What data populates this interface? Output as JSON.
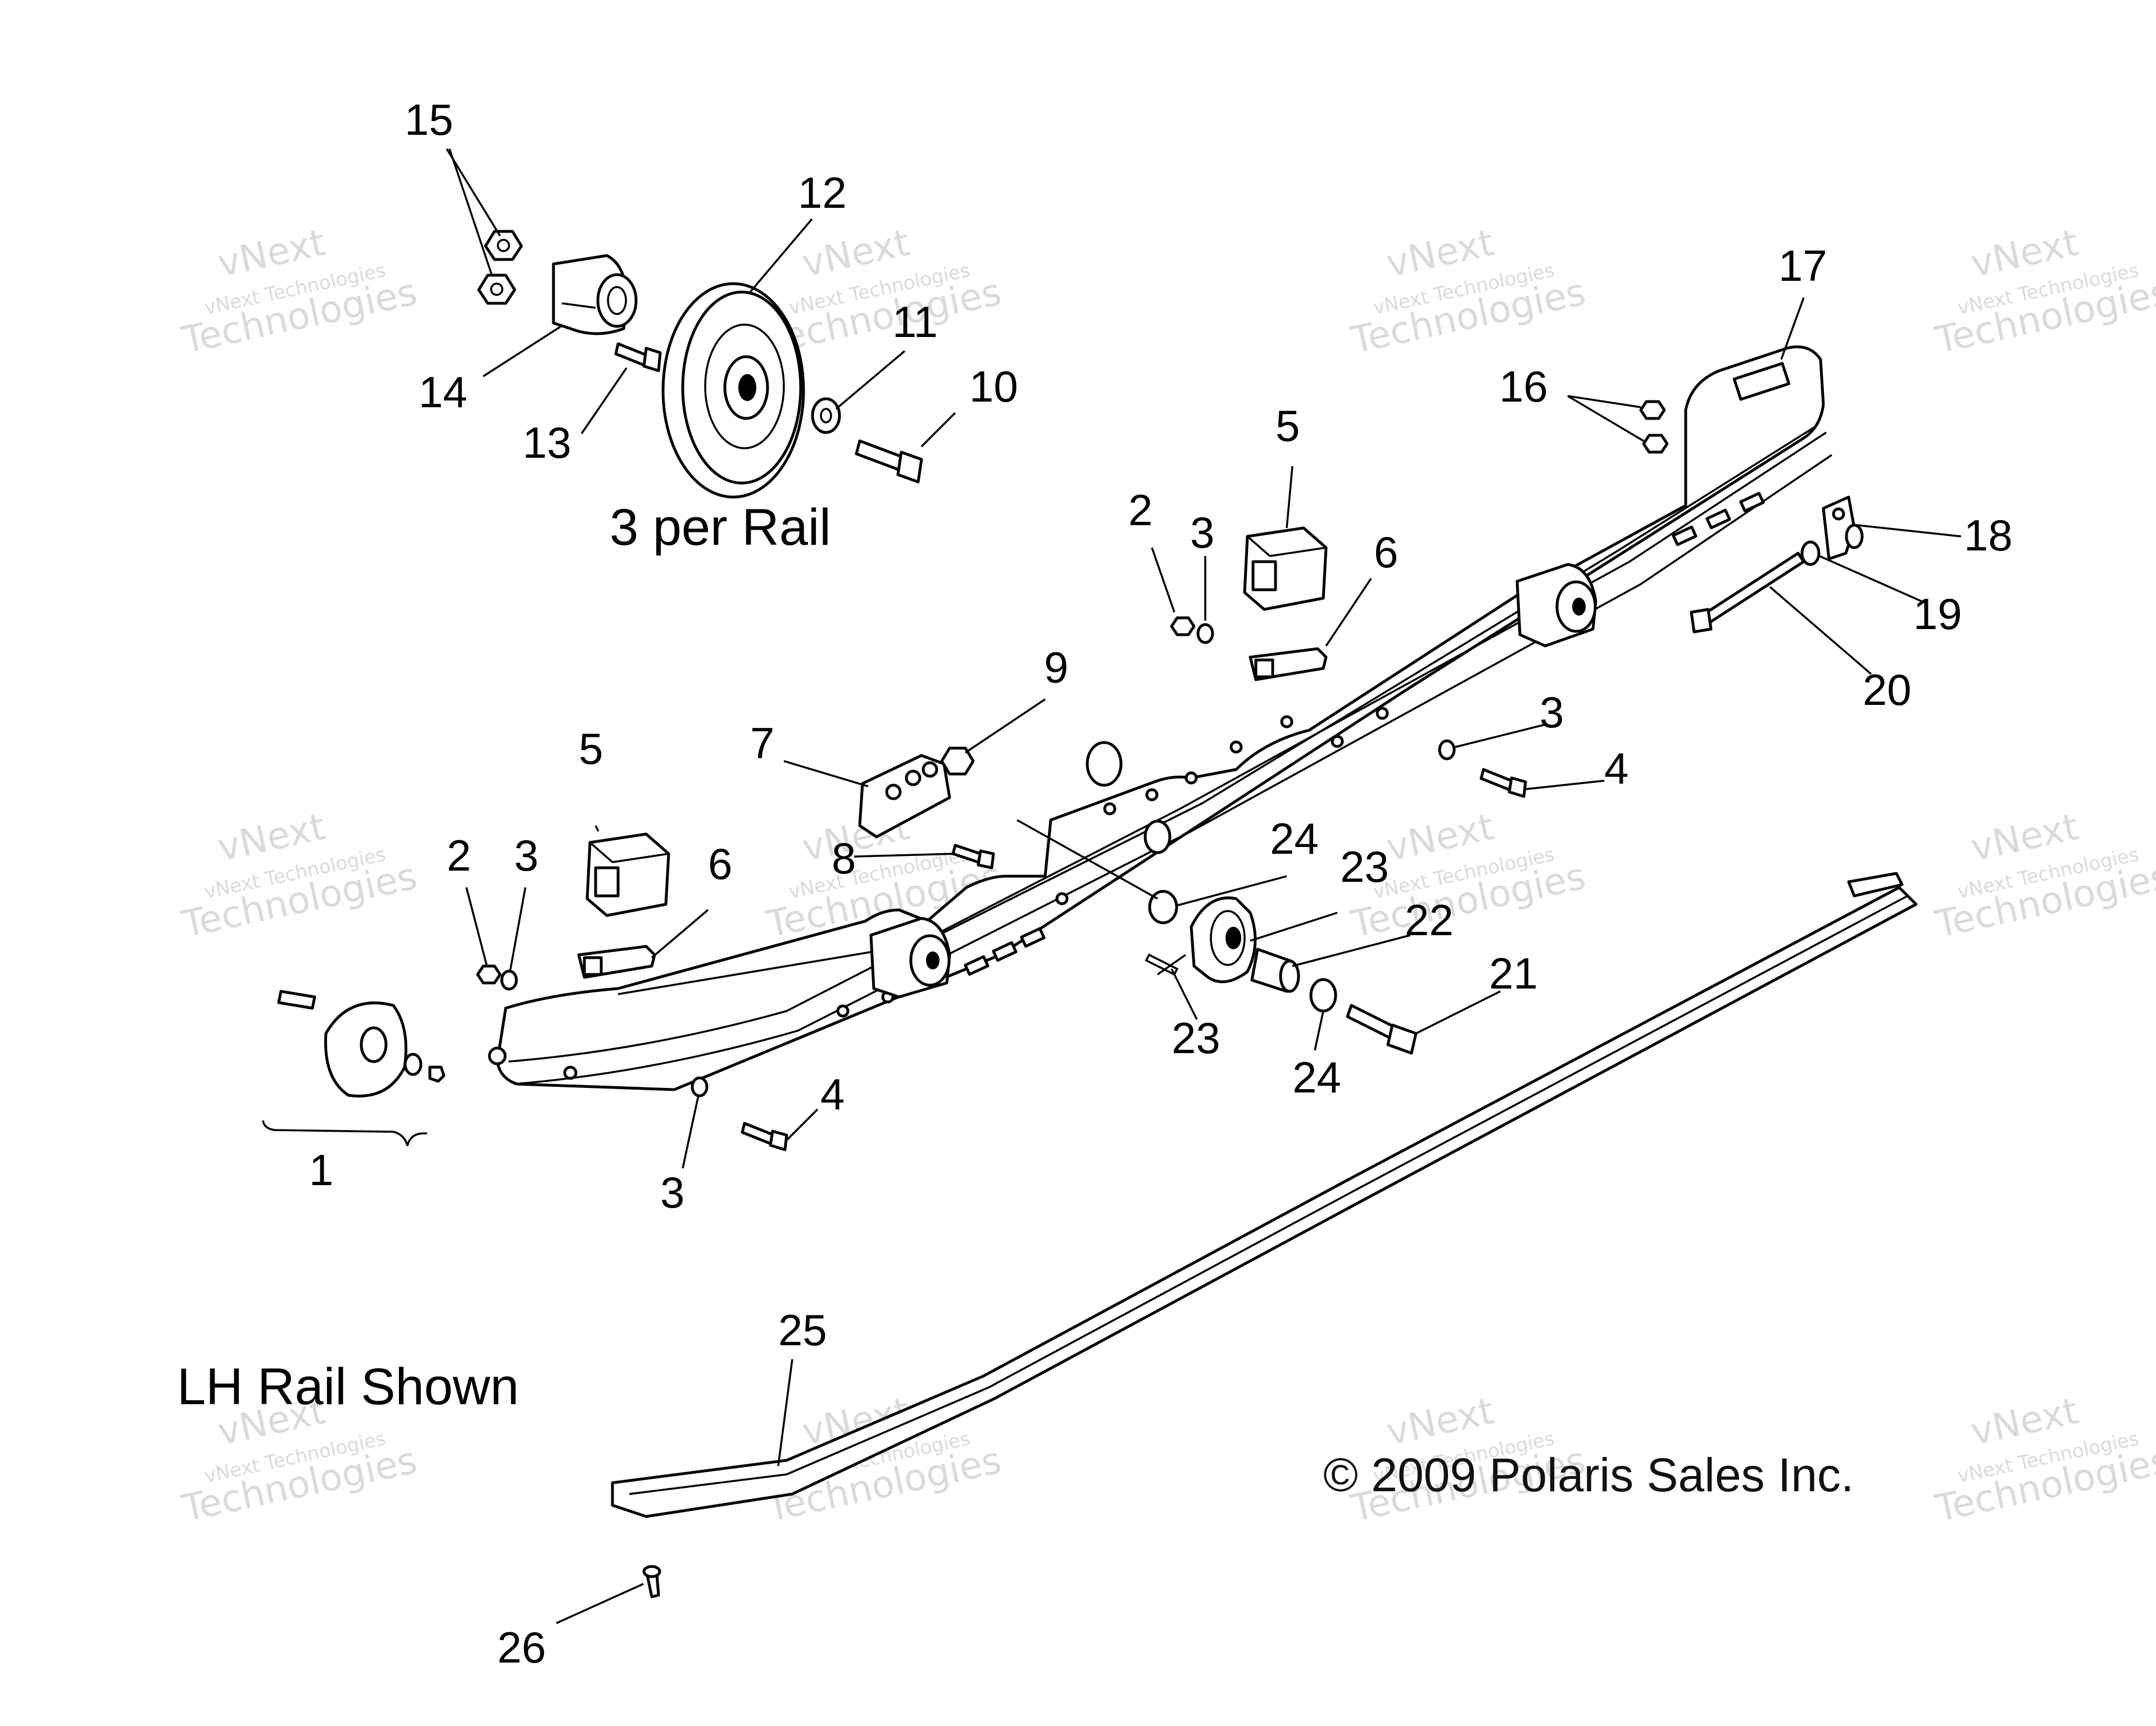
{
  "captions": {
    "per_rail": "3 per Rail",
    "rail_shown": "LH Rail Shown",
    "copyright": "© 2009 Polaris Sales Inc."
  },
  "watermark": {
    "line1": "vNext",
    "line2": "vNext Technologies",
    "line3": "Technologies"
  },
  "callouts": {
    "c1": "1",
    "c2a": "2",
    "c2b": "2",
    "c3a": "3",
    "c3b": "3",
    "c3c": "3",
    "c3d": "3",
    "c4a": "4",
    "c4b": "4",
    "c5a": "5",
    "c5b": "5",
    "c6a": "6",
    "c6b": "6",
    "c7": "7",
    "c8": "8",
    "c9": "9",
    "c10": "10",
    "c11": "11",
    "c12": "12",
    "c13": "13",
    "c14": "14",
    "c15": "15",
    "c16": "16",
    "c17": "17",
    "c18": "18",
    "c19": "19",
    "c20": "20",
    "c21": "21",
    "c22": "22",
    "c23a": "23",
    "c23b": "23",
    "c24a": "24",
    "c24b": "24",
    "c25": "25",
    "c26": "26"
  }
}
